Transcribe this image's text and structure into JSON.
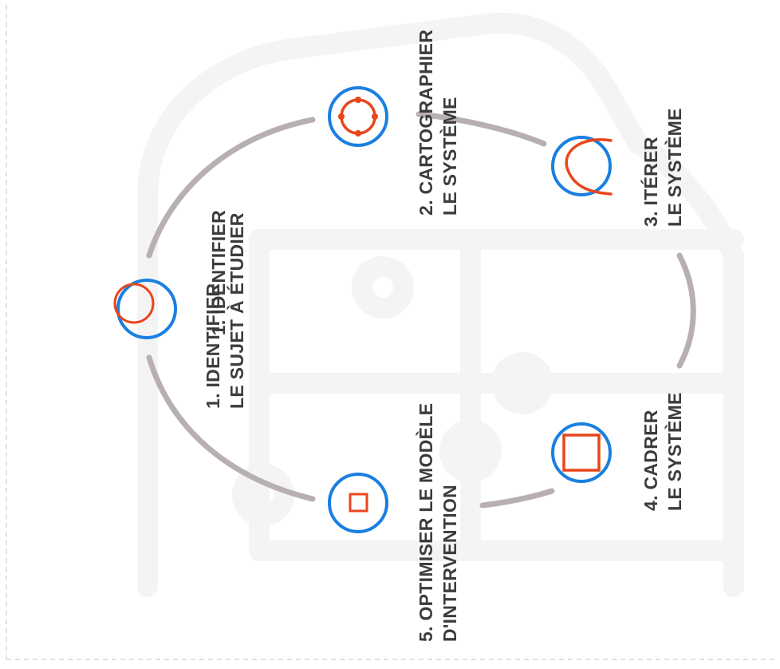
{
  "colors": {
    "arc": "#b8b0b0",
    "ring": "#1a7fe0",
    "accent": "#e8461c",
    "text": "#3c3c3c",
    "watermark": "#f4f4f4",
    "frame": "#cfcfcf"
  },
  "watermark": {
    "icon": "puzzle-head-icon"
  },
  "steps": [
    {
      "icon": "overlapping-circles-icon",
      "line1": "1. IDENTIFIER",
      "line2": "LE SUJET À ÉTUDIER"
    },
    {
      "icon": "dotted-circle-icon",
      "line1": "2. CARTOGRAPHIER",
      "line2": "LE SYSTÈME"
    },
    {
      "icon": "parabola-icon",
      "line1": "3. ITÉRER",
      "line2": "LE SYSTÈME"
    },
    {
      "icon": "large-square-icon",
      "line1": "4. CADRER",
      "line2": "LE SYSTÈME"
    },
    {
      "icon": "small-square-icon",
      "line1": "5. OPTIMISER LE MODÈLE",
      "line2": "D'INTERVENTION"
    }
  ]
}
